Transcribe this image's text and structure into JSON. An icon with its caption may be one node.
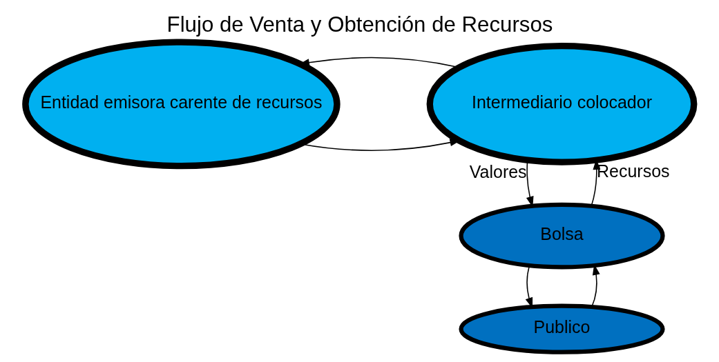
{
  "diagram": {
    "title": "Flujo de Venta y Obtención de Recursos",
    "nodes": [
      {
        "text": [
          "Entidad emisora carente de recursos"
        ]
      },
      {
        "text": [
          "Intermediario colocador"
        ]
      },
      {
        "text": [
          "Bolsa"
        ]
      },
      {
        "text": [
          "Publico"
        ]
      }
    ],
    "edges": [
      {
        "from": 0,
        "to": 1,
        "arrow": "to"
      },
      {
        "from": 1,
        "to": 0,
        "arrow": "to"
      },
      {
        "from": 1,
        "to": 2,
        "arrow": "to",
        "label": "Valores"
      },
      {
        "from": 2,
        "to": 1,
        "arrow": "to",
        "label": "Recursos"
      },
      {
        "from": 2,
        "to": 3,
        "arrow": "to"
      },
      {
        "from": 3,
        "to": 2,
        "arrow": "to"
      }
    ]
  }
}
